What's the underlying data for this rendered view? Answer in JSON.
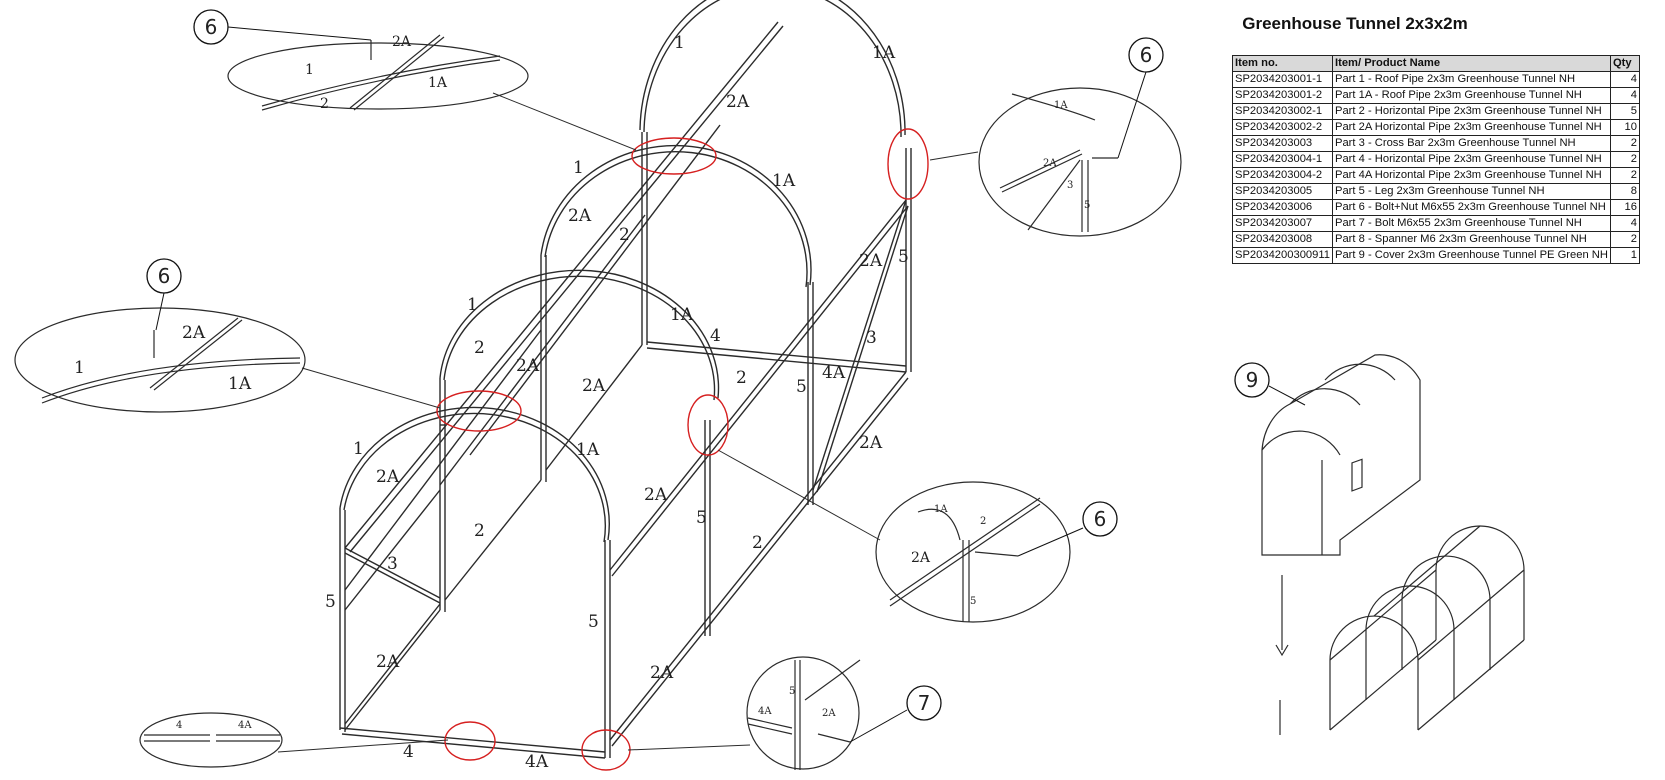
{
  "title": "Greenhouse Tunnel 2x3x2m",
  "table": {
    "headers": [
      "Item no.",
      "Item/ Product Name",
      "Qty"
    ],
    "rows": [
      {
        "item": "SP2034203001-1",
        "name": "Part 1 - Roof Pipe 2x3m Greenhouse Tunnel NH",
        "qty": "4"
      },
      {
        "item": "SP2034203001-2",
        "name": "Part 1A - Roof Pipe 2x3m Greenhouse Tunnel NH",
        "qty": "4"
      },
      {
        "item": "SP2034203002-1",
        "name": "Part 2 - Horizontal Pipe 2x3m Greenhouse Tunnel NH",
        "qty": "5"
      },
      {
        "item": "SP2034203002-2",
        "name": "Part 2A Horizontal Pipe 2x3m Greenhouse Tunnel NH",
        "qty": "10"
      },
      {
        "item": "SP2034203003",
        "name": "Part 3 - Cross Bar 2x3m Greenhouse Tunnel NH",
        "qty": "2"
      },
      {
        "item": "SP2034203004-1",
        "name": "Part 4 - Horizontal Pipe 2x3m Greenhouse Tunnel NH",
        "qty": "2"
      },
      {
        "item": "SP2034203004-2",
        "name": "Part 4A Horizontal Pipe 2x3m Greenhouse Tunnel NH",
        "qty": "2"
      },
      {
        "item": "SP2034203005",
        "name": "Part 5 - Leg 2x3m Greenhouse Tunnel NH",
        "qty": "8"
      },
      {
        "item": "SP2034203006",
        "name": "Part 6 - Bolt+Nut M6x55 2x3m Greenhouse Tunnel NH",
        "qty": "16"
      },
      {
        "item": "SP2034203007",
        "name": "Part 7 - Bolt M6x55 2x3m Greenhouse Tunnel NH",
        "qty": "4"
      },
      {
        "item": "SP2034203008",
        "name": "Part 8 - Spanner M6 2x3m Greenhouse Tunnel NH",
        "qty": "2"
      },
      {
        "item": "SP2034200300911",
        "name": "Part 9 - Cover 2x3m Greenhouse Tunnel PE Green NH",
        "qty": "1"
      }
    ]
  },
  "callouts": {
    "c6": "6",
    "c7": "7",
    "c9": "9"
  },
  "part_labels": {
    "p1": "1",
    "p1a": "1A",
    "p2": "2",
    "p2a": "2A",
    "p3": "3",
    "p4": "4",
    "p4a": "4A",
    "p5": "5"
  },
  "colors": {
    "line": "#2b2b2b",
    "highlight": "#d62020",
    "table_header_bg": "#d9d9d9"
  }
}
